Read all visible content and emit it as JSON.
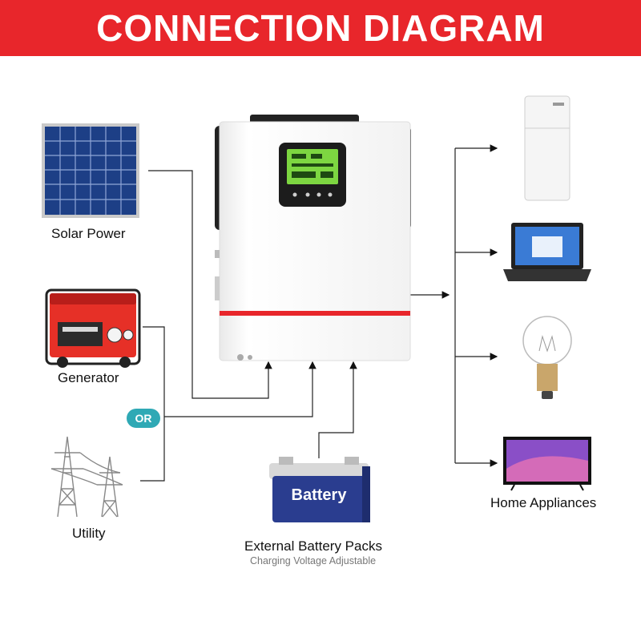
{
  "header": {
    "title": "CONNECTION DIAGRAM"
  },
  "sources": {
    "solar": "Solar Power",
    "generator": "Generator",
    "or_badge": "OR",
    "utility": "Utility"
  },
  "battery": {
    "label": "Battery",
    "title": "External Battery Packs",
    "subtitle": "Charging Voltage Adjustable"
  },
  "loads": {
    "label": "Home Appliances"
  },
  "icons": [
    "solar-panel-icon",
    "generator-icon",
    "utility-tower-icon",
    "inverter-icon",
    "battery-icon",
    "fridge-icon",
    "laptop-icon",
    "light-bulb-icon",
    "tv-icon"
  ],
  "colors": {
    "banner": "#e8262b",
    "accent_stripe": "#e8262b",
    "or_badge": "#2fa9b5",
    "battery_blue": "#2a3d8f"
  }
}
